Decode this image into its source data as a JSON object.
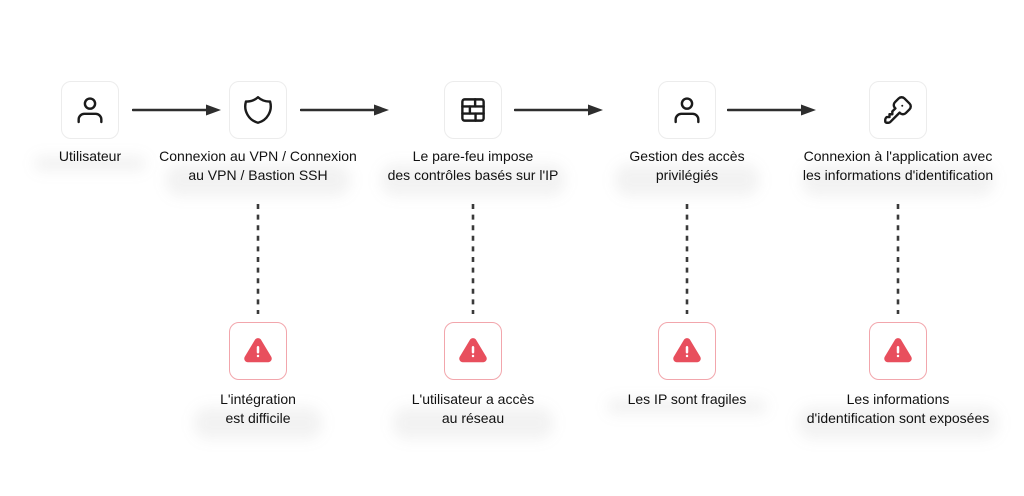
{
  "diagram": {
    "type": "flow",
    "direction": "left-to-right",
    "colors": {
      "background": "#ffffff",
      "icon_stroke": "#1b1b1b",
      "arrow": "#2e2e2e",
      "dashed_connector": "#3a3a3a",
      "node_border": "#ececec",
      "warning_border": "#f2a6ac",
      "warning_red": "#e84f5d"
    },
    "nodes": [
      {
        "icon": "user-icon",
        "label": "Utilisateur"
      },
      {
        "icon": "shield-icon",
        "label": "Connexion au VPN / Connexion\nau VPN / Bastion SSH"
      },
      {
        "icon": "firewall-brick-wall-icon",
        "label": "Le pare-feu impose\ndes contrôles basés sur l'IP"
      },
      {
        "icon": "user-icon",
        "label": "Gestion des accès\nprivilégiés"
      },
      {
        "icon": "key-icon",
        "label": "Connexion à l'application avec\nles informations d'identification"
      }
    ],
    "warnings": [
      {
        "icon": "alert-triangle-icon",
        "label": "L'intégration\nest difficile",
        "attached_to_node": 2
      },
      {
        "icon": "alert-triangle-icon",
        "label": "L'utilisateur a accès\nau réseau",
        "attached_to_node": 3
      },
      {
        "icon": "alert-triangle-icon",
        "label": "Les IP sont fragiles",
        "attached_to_node": 4
      },
      {
        "icon": "alert-triangle-icon",
        "label": "Les informations\nd'identification sont exposées",
        "attached_to_node": 5
      }
    ]
  }
}
